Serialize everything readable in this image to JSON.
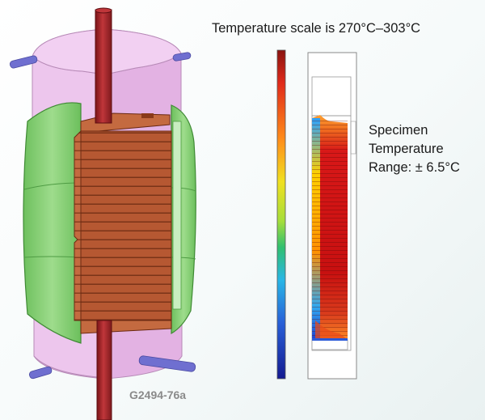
{
  "scale_title": "Temperature scale is 270°C–303°C",
  "range_label": {
    "line1": "Specimen",
    "line2": "Temperature",
    "line3": "Range: ± 6.5°C"
  },
  "figure_id": "G2494-76a",
  "colors": {
    "rod": "#a8252a",
    "collar": "#e2b0e2",
    "heater": "#8fd47e",
    "stack": "#b25630",
    "pins": "#6f6fd0"
  }
}
